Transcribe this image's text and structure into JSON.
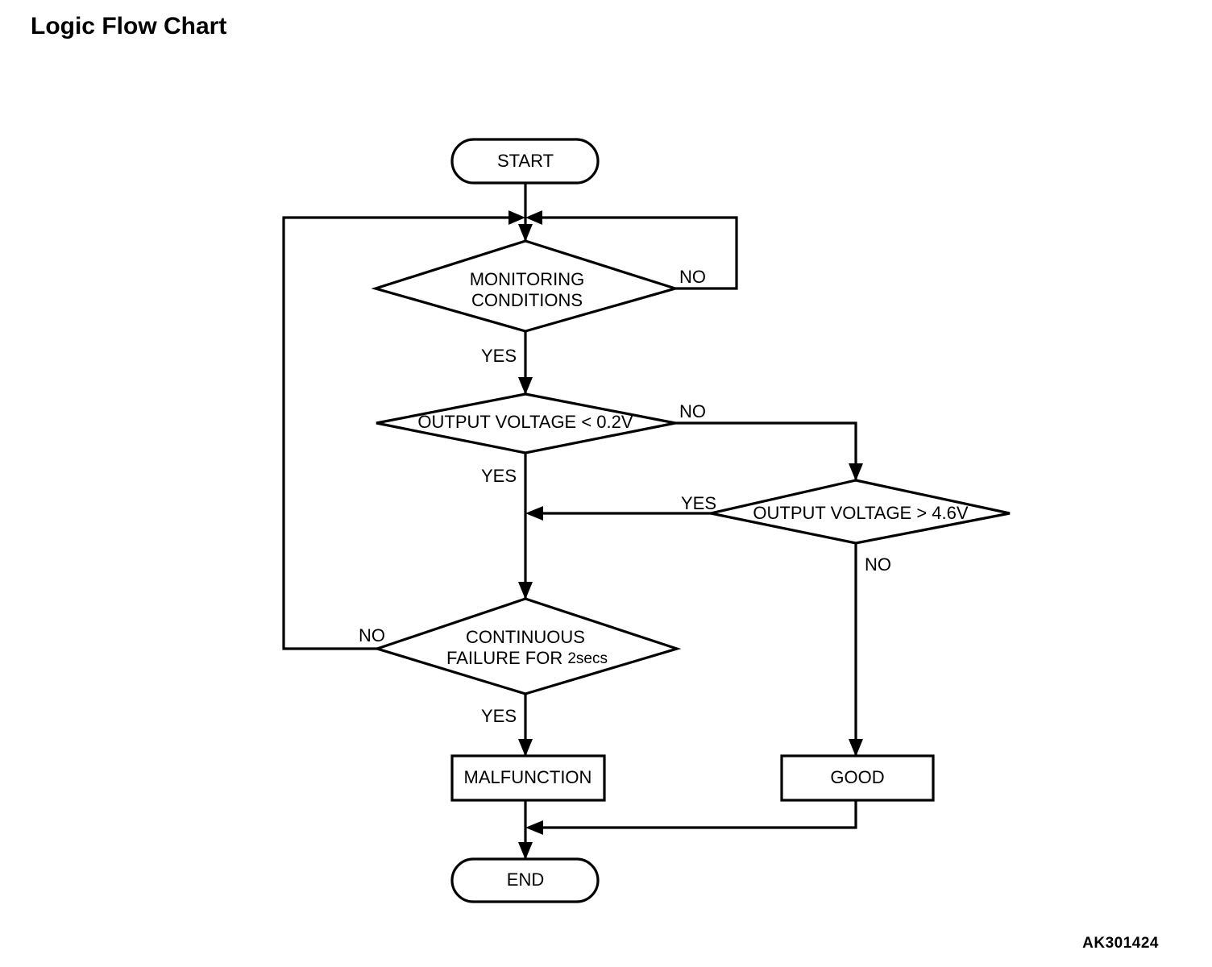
{
  "page": {
    "title": "Logic Flow Chart",
    "figure_code": "AK301424",
    "background_color": "#ffffff",
    "line_color": "#000000",
    "text_color": "#000000"
  },
  "chart_data": {
    "type": "diagram",
    "diagram_kind": "flowchart",
    "title": "Logic Flow Chart",
    "nodes": [
      {
        "id": "start",
        "shape": "terminator",
        "label": "START"
      },
      {
        "id": "monitoring",
        "shape": "decision",
        "label_line1": "MONITORING",
        "label_line2": "CONDITIONS"
      },
      {
        "id": "volt_low",
        "shape": "decision",
        "label": "OUTPUT VOLTAGE < 0.2V"
      },
      {
        "id": "volt_high",
        "shape": "decision",
        "label": "OUTPUT VOLTAGE > 4.6V"
      },
      {
        "id": "continuous",
        "shape": "decision",
        "label_line1": "CONTINUOUS",
        "label_line2a": "FAILURE FOR ",
        "label_line2b": "2secs"
      },
      {
        "id": "malfunction",
        "shape": "process",
        "label": "MALFUNCTION"
      },
      {
        "id": "good",
        "shape": "process",
        "label": "GOOD"
      },
      {
        "id": "end",
        "shape": "terminator",
        "label": "END"
      }
    ],
    "edges": [
      {
        "from": "start",
        "to": "monitoring",
        "label": ""
      },
      {
        "from": "monitoring",
        "to": "monitoring",
        "label": "NO"
      },
      {
        "from": "monitoring",
        "to": "volt_low",
        "label": "YES"
      },
      {
        "from": "volt_low",
        "to": "volt_high",
        "label": "NO"
      },
      {
        "from": "volt_low",
        "to": "continuous",
        "label": "YES"
      },
      {
        "from": "volt_high",
        "to": "continuous",
        "label": "YES"
      },
      {
        "from": "volt_high",
        "to": "good",
        "label": "NO"
      },
      {
        "from": "continuous",
        "to": "monitoring",
        "label": "NO"
      },
      {
        "from": "continuous",
        "to": "malfunction",
        "label": "YES"
      },
      {
        "from": "malfunction",
        "to": "end",
        "label": ""
      },
      {
        "from": "good",
        "to": "end",
        "label": ""
      }
    ]
  },
  "labels": {
    "start": "START",
    "end": "END",
    "malfunction": "MALFUNCTION",
    "good": "GOOD",
    "monitoring_line1": "MONITORING",
    "monitoring_line2": "CONDITIONS",
    "volt_low": "OUTPUT VOLTAGE < 0.2V",
    "volt_high": "OUTPUT VOLTAGE > 4.6V",
    "continuous_line1": "CONTINUOUS",
    "continuous_line2_main": "FAILURE FOR ",
    "continuous_line2_small": "2secs",
    "monitoring_no": "NO",
    "monitoring_yes": "YES",
    "volt_low_no": "NO",
    "volt_low_yes": "YES",
    "volt_high_yes": "YES",
    "volt_high_no": "NO",
    "continuous_no": "NO",
    "continuous_yes": "YES"
  }
}
